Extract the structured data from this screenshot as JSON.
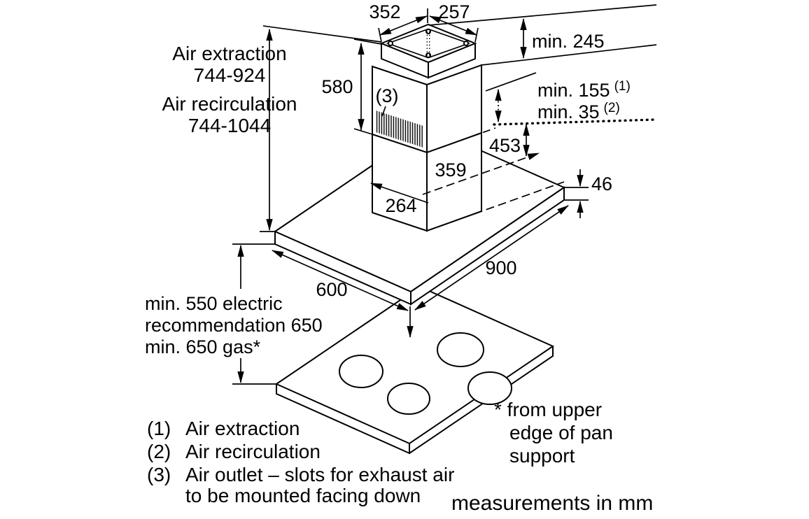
{
  "dims": {
    "w352": "352",
    "w257": "257",
    "min245": "min. 245",
    "min155": "min. 155",
    "min155_sup": "(1)",
    "min35": "min. 35",
    "min35_sup": "(2)",
    "h580": "580",
    "ref3": "(3)",
    "h453": "453",
    "d359": "359",
    "d264": "264",
    "t46": "46",
    "w900": "900",
    "w600": "600"
  },
  "height_note": {
    "l1": "Air extraction",
    "l2": "744-924",
    "l3": "Air recirculation",
    "l4": "744-1044"
  },
  "clearance_note": {
    "l1": "min. 550 electric",
    "l2": "recommendation 650",
    "l3": "min. 650 gas*"
  },
  "footnotes": [
    {
      "num": "(1)",
      "text": "Air extraction"
    },
    {
      "num": "(2)",
      "text": "Air recirculation"
    },
    {
      "num": "(3)",
      "text": "Air outlet – slots for exhaust air"
    },
    {
      "num": "",
      "text": "to be mounted facing down"
    }
  ],
  "pan_note": {
    "l1": "* from upper",
    "l2": "edge of pan",
    "l3": "support"
  },
  "units_note": "measurements in mm"
}
